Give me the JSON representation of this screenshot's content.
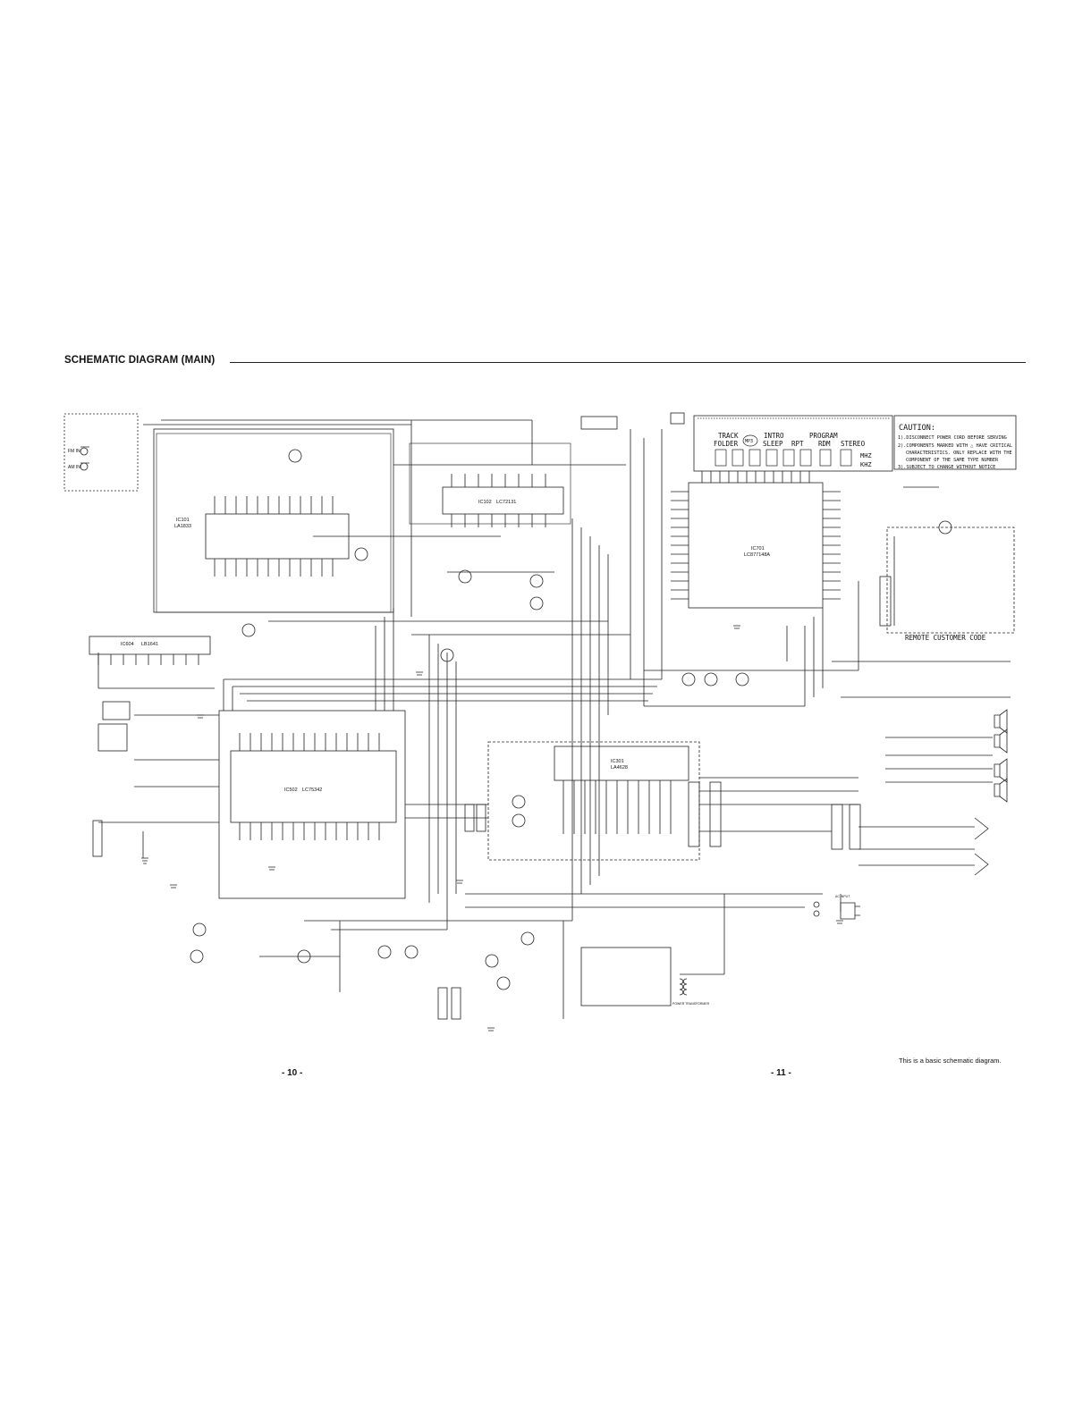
{
  "section_title": "SCHEMATIC DIAGRAM (MAIN)",
  "footer_note": "This is a basic schematic diagram.",
  "page_left": "- 10 -",
  "page_right": "- 11 -",
  "caution": {
    "title": "CAUTION:",
    "lines": [
      "1).DISCONNECT POWER CORD BEFORE SERVING",
      "2).COMPONENTS MARKED WITH  △  HAVE CRITICAL",
      "CHARACTERISTICS. ONLY REPLACE WITH THE",
      "COMPONENT OF THE SAME TYPE NUMBER",
      "3).SUBJECT TO CHANGE WITHOUT NOTICE"
    ]
  },
  "display": {
    "top_labels": [
      "TRACK",
      "INTRO",
      "PROGRAM"
    ],
    "bottom_labels": [
      "FOLDER",
      "SLEEP",
      "RPT",
      "RDM",
      "STEREO"
    ],
    "mp3": "MP3",
    "mhz": "MHZ",
    "khz": "KHZ"
  },
  "remote_code": "REMOTE CUSTOMER CODE",
  "ics": [
    {
      "ref": "IC101",
      "part": "LA1833"
    },
    {
      "ref": "IC102",
      "part": "LC72131"
    },
    {
      "ref": "IC701",
      "part": "LC877148A"
    },
    {
      "ref": "IC604",
      "part": "LB1641"
    },
    {
      "ref": "IC502",
      "part": "LC75342"
    },
    {
      "ref": "IC301",
      "part": "LA4628"
    }
  ],
  "inputs": {
    "fm": "FM IN",
    "am": "AM IN"
  },
  "power": {
    "transformer": "POWER TRANSFORMER",
    "plug": "AC INPUT"
  }
}
